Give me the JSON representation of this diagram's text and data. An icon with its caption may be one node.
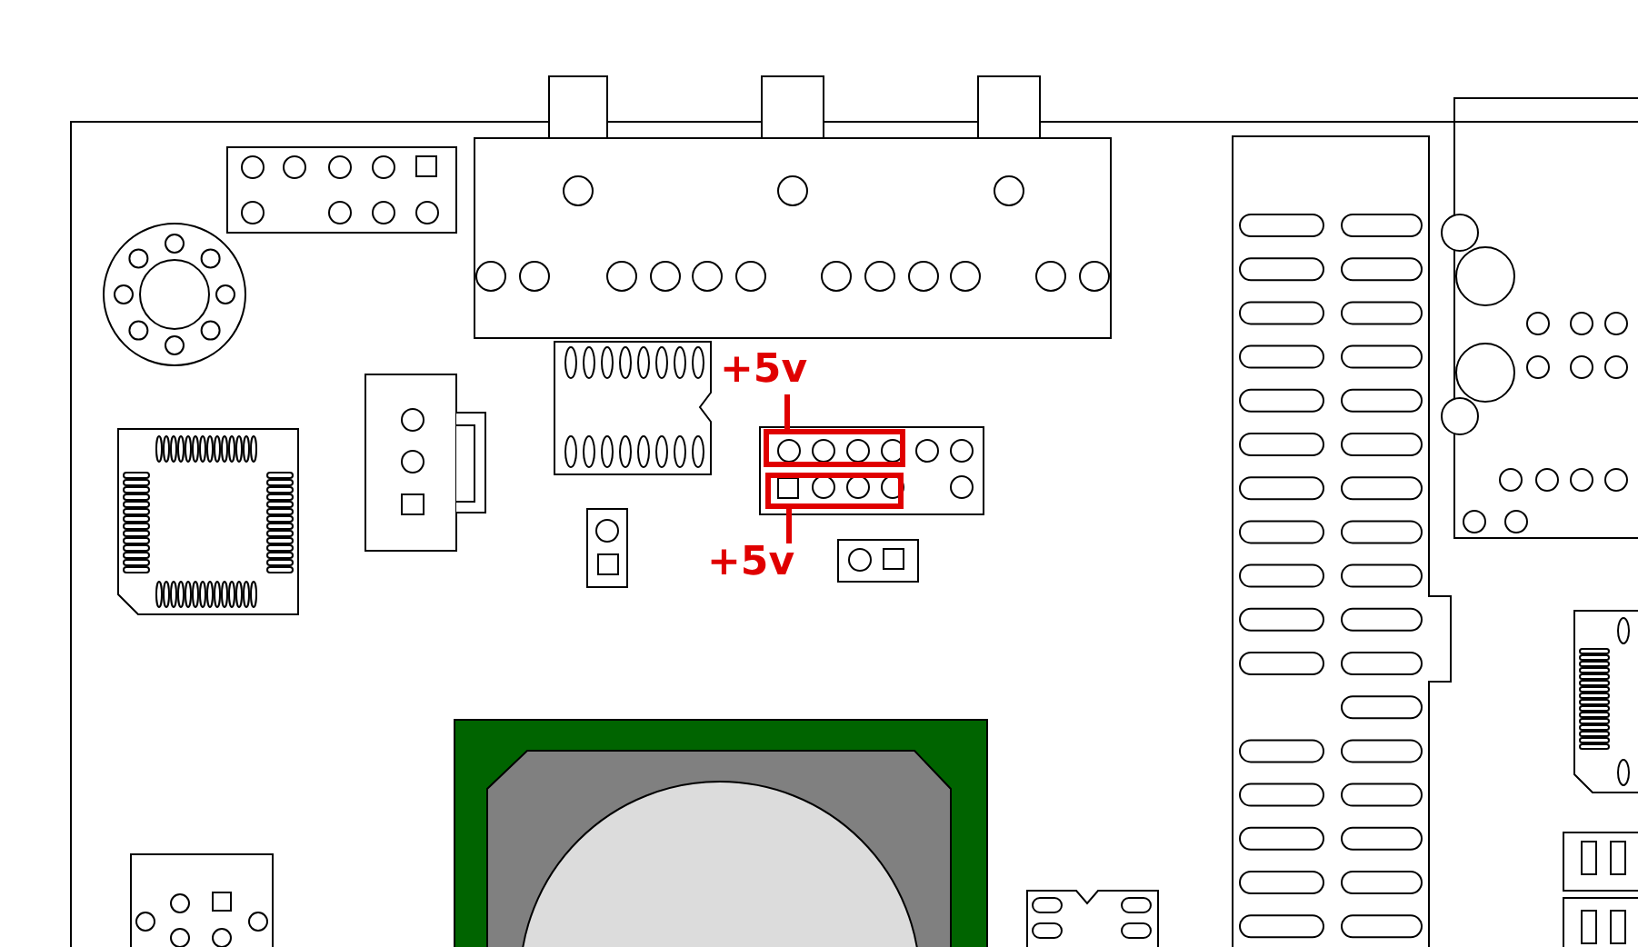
{
  "diagram": {
    "nodes": [
      {
        "text": [
          "+5v"
        ]
      },
      {
        "text": [],
        "shape": "box"
      },
      {
        "text": [
          "+5v"
        ]
      },
      {
        "text": [],
        "shape": "box"
      }
    ],
    "edges": [
      {
        "from": 0,
        "to": 1,
        "arrow": "none"
      },
      {
        "from": 2,
        "to": 3,
        "arrow": "none"
      }
    ]
  }
}
